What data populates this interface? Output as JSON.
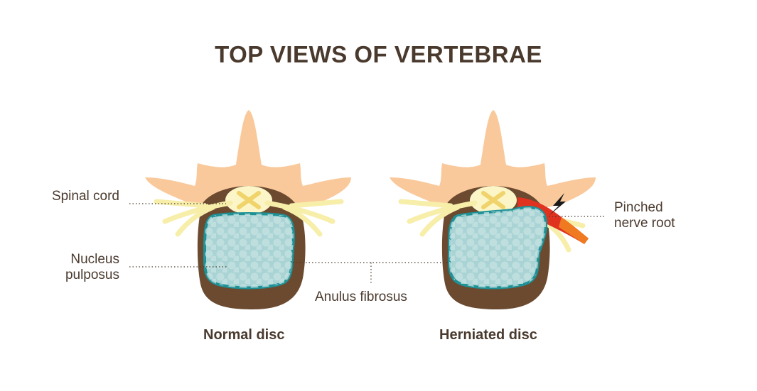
{
  "title": "TOP VIEWS OF VERTEBRAE",
  "labels": {
    "spinal_cord": "Spinal cord",
    "nucleus_pulposus": "Nucleus pulposus",
    "anulus_fibrosus": "Anulus fibrosus",
    "pinched_nerve_root": "Pinched nerve root"
  },
  "captions": {
    "normal": "Normal disc",
    "herniated": "Herniated disc"
  },
  "colors": {
    "bone": "#f9c99b",
    "bone_body": "#6b4a2f",
    "cord": "#fbf5c8",
    "cord_mark": "#f0d36a",
    "nerve": "#f7eeaa",
    "disc_fill": "#a9d3d4",
    "disc_outline": "#1e9196",
    "pinched_nerve": "#e0331f",
    "pain_bolt": "#1a1a1a"
  }
}
